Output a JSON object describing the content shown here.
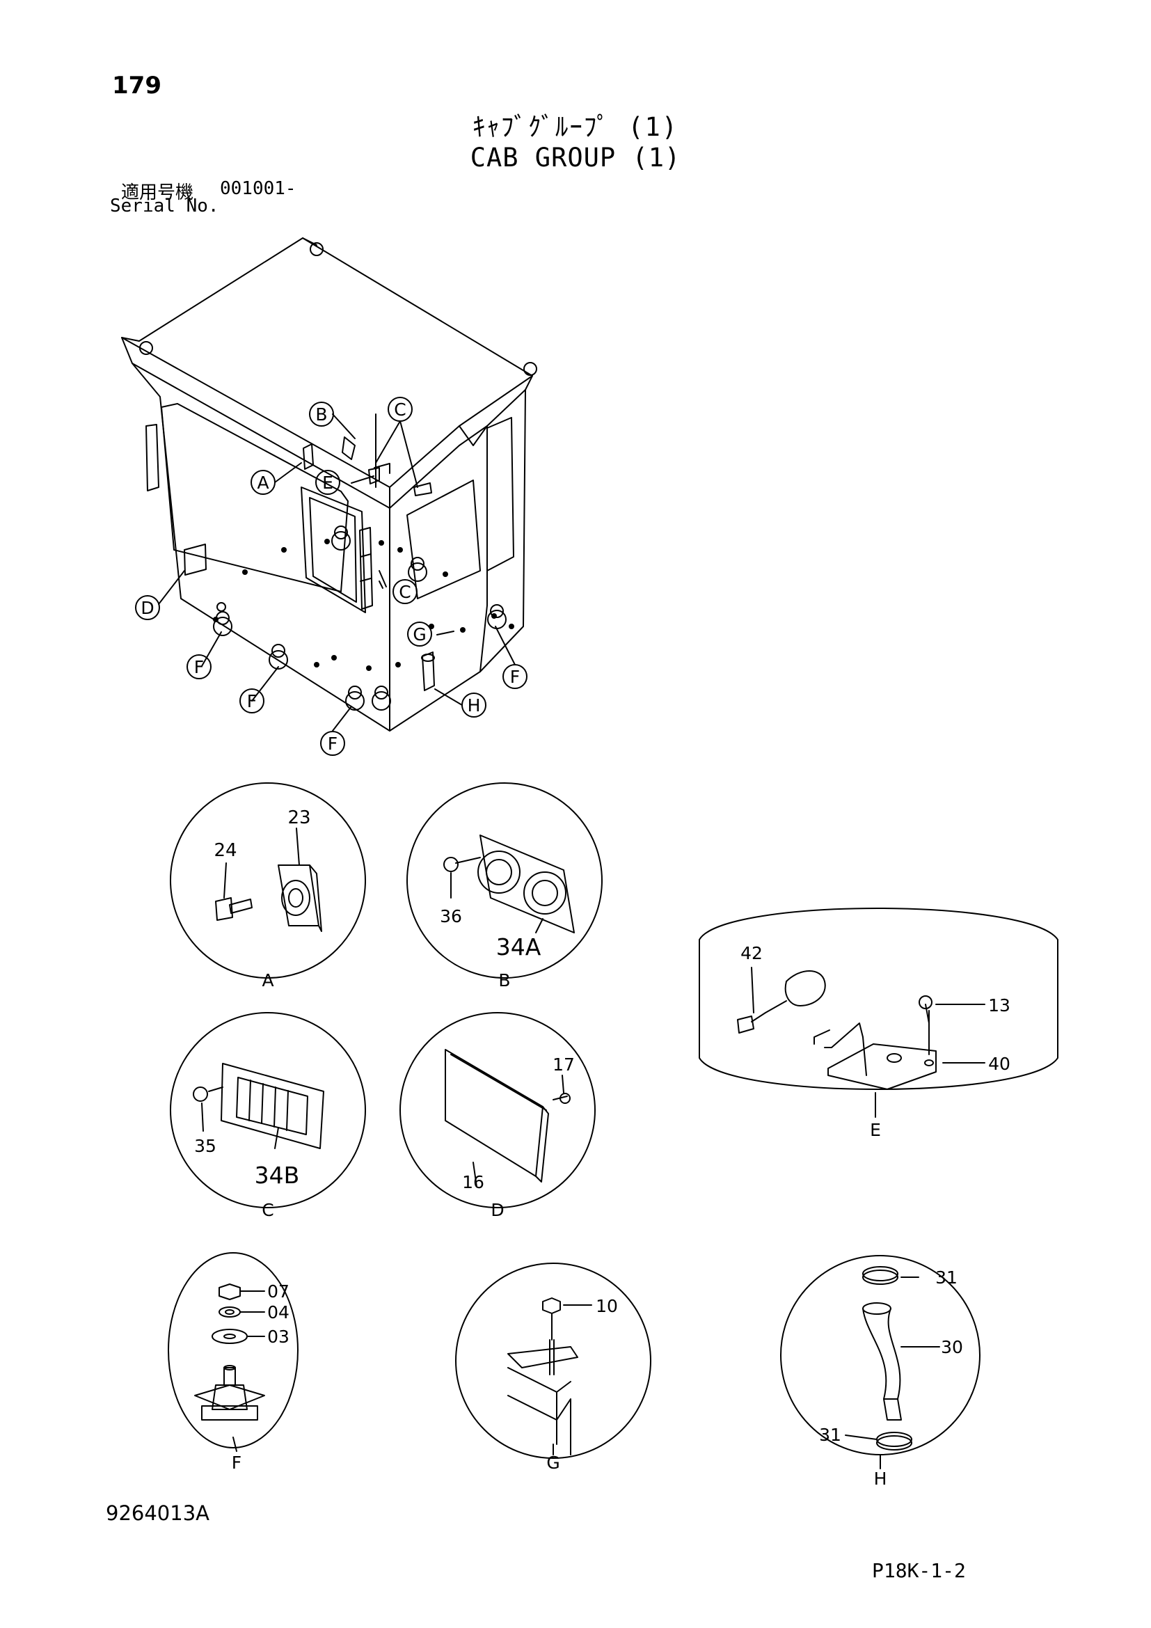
{
  "header": {
    "page_number": "179",
    "title_jp": "ｷｬﾌﾞｸﾞﾙｰﾌﾟ (1)",
    "title_en": "CAB GROUP (1)",
    "serial_label_jp": "適用号機",
    "serial_value": "001001-",
    "serial_label_en": "Serial No."
  },
  "overview": {
    "callouts": [
      "A",
      "B",
      "C",
      "C",
      "D",
      "E",
      "F",
      "F",
      "F",
      "F",
      "G",
      "H"
    ]
  },
  "details": {
    "A": {
      "label": "A",
      "parts": [
        "24",
        "23"
      ]
    },
    "B": {
      "label": "B",
      "parts": [
        "36",
        "34A"
      ]
    },
    "C": {
      "label": "C",
      "parts": [
        "35",
        "34B"
      ]
    },
    "D": {
      "label": "D",
      "parts": [
        "17",
        "16"
      ]
    },
    "E": {
      "label": "E",
      "parts": [
        "42",
        "13",
        "40"
      ]
    },
    "F": {
      "label": "F",
      "parts": [
        "07",
        "04",
        "03"
      ]
    },
    "G": {
      "label": "G",
      "parts": [
        "10"
      ]
    },
    "H": {
      "label": "H",
      "parts": [
        "31",
        "30",
        "31"
      ]
    }
  },
  "footer": {
    "drawing_number": "9264013A",
    "sheet_code": "P18K-1-2"
  }
}
